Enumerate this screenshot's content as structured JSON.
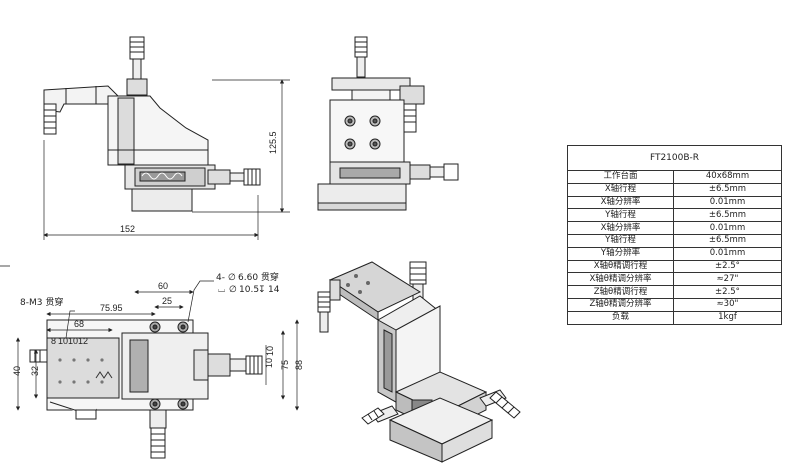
{
  "side_view": {
    "width_dim": "152",
    "height_dim": "125.5"
  },
  "top_view": {
    "hole_callout_line1": "4-",
    "hole_callout_dia1": "6.60 贯穿",
    "hole_callout_dia2": "10.5",
    "hole_callout_depth": "14",
    "thread_callout": "8-M3 贯穿",
    "dims": {
      "d60": "60",
      "d25": "25",
      "d7595": "75.95",
      "d68": "68",
      "d81010": "8",
      "d10a": "10",
      "d10b": "10",
      "d12": "12",
      "d40": "40",
      "d32": "32",
      "v10a": "10",
      "v10b": "10",
      "d75": "75",
      "d88": "88"
    }
  },
  "spec_table": {
    "model": "FT2100B-R",
    "rows": [
      {
        "key": "工作台面",
        "value": "40x68mm"
      },
      {
        "key": "X轴行程",
        "value": "±6.5mm"
      },
      {
        "key": "X轴分辨率",
        "value": "0.01mm"
      },
      {
        "key": "Y轴行程",
        "value": "±6.5mm"
      },
      {
        "key": "X轴分辨率",
        "value": "0.01mm"
      },
      {
        "key": "Y轴行程",
        "value": "±6.5mm"
      },
      {
        "key": "Y轴分辨率",
        "value": "0.01mm"
      },
      {
        "key": "X轴θ精调行程",
        "value": "±2.5°"
      },
      {
        "key": "X轴θ精调分辨率",
        "value": "≈27\""
      },
      {
        "key": "Z轴θ精调行程",
        "value": "±2.5°"
      },
      {
        "key": "Z轴θ精调分辨率",
        "value": "≈30\""
      },
      {
        "key": "负载",
        "value": "1kgf"
      }
    ]
  }
}
